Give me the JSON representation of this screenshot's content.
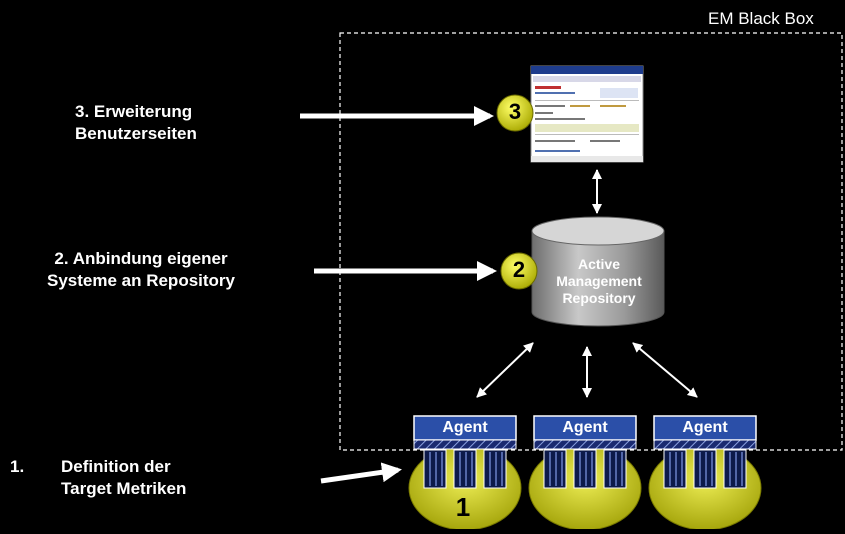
{
  "box": {
    "title": "EM Black Box"
  },
  "steps": [
    {
      "number": "3",
      "line1": "3. Erweiterung",
      "line2": "Benutzerseiten"
    },
    {
      "number": "2",
      "line1": "2. Anbindung eigener",
      "line2": "Systeme an Repository"
    },
    {
      "number_label": "1.",
      "line1": "Definition der",
      "line2": "Target Metriken",
      "badge": "1"
    }
  ],
  "repository": {
    "line1": "Active",
    "line2": "Management",
    "line3": "Repository"
  },
  "agents": [
    "Agent",
    "Agent",
    "Agent"
  ],
  "colors": {
    "background": "#000000",
    "badge": "#d8d800",
    "agent_box": "#2b4fa8",
    "cylinder": "#9a9a9a",
    "target": "#cfcf00"
  }
}
